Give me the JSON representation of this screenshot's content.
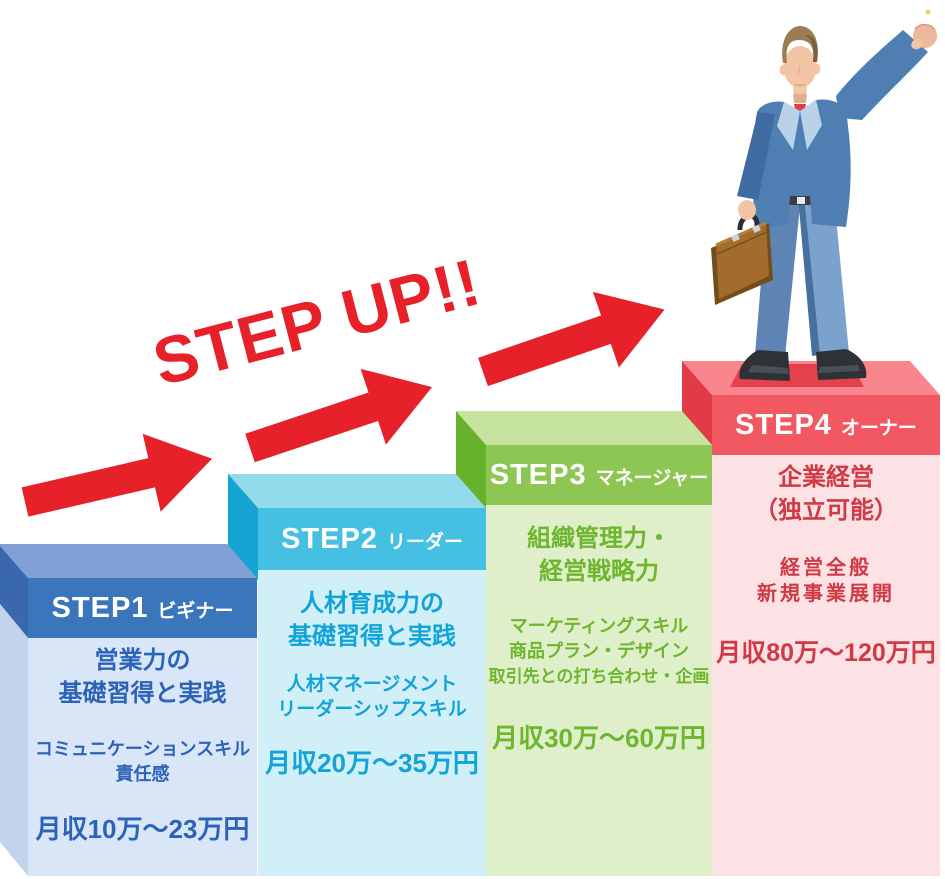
{
  "step_up_label": "STEP UP!!",
  "accent_red": "#e7212a",
  "icons": {
    "arrow": "up-right-arrow-icon",
    "figure": "businessman-raising-fist-illustration"
  },
  "steps": [
    {
      "label": "STEP1",
      "role": "ビギナー",
      "title_lines": [
        "営業力の",
        "基礎習得と実践"
      ],
      "skill_lines": [
        "コミュニケーションスキル",
        "責任感"
      ],
      "income": "月収10万〜23万円",
      "colors": {
        "header": "#3b76bd",
        "top": "#7fa1d6",
        "side": "#3a68ac",
        "side_light": "#c3d3ec",
        "body": "#d9e6f7",
        "text": "#2c63b7"
      }
    },
    {
      "label": "STEP2",
      "role": "リーダー",
      "title_lines": [
        "人材育成力の",
        "基礎習得と実践"
      ],
      "skill_lines": [
        "人材マネージメント",
        "リーダーシップスキル"
      ],
      "income": "月収20万〜35万円",
      "colors": {
        "header": "#45c0e2",
        "top": "#93daeb",
        "side": "#14a3d3",
        "body": "#d0eff7",
        "text": "#12a3d8"
      }
    },
    {
      "label": "STEP3",
      "role": "マネージャー",
      "title_lines": [
        "組織管理力・",
        "経営戦略力"
      ],
      "skill_lines": [
        "マーケティングスキル",
        "商品プラン・デザイン",
        "取引先との打ち合わせ・企画"
      ],
      "income": "月収30万〜60万円",
      "colors": {
        "header": "#8ec654",
        "top": "#c6e3a0",
        "side": "#67b22b",
        "body": "#dfefc9",
        "text": "#6fb62f"
      }
    },
    {
      "label": "STEP4",
      "role": "オーナー",
      "title_lines": [
        "企業経営",
        "（独立可能）"
      ],
      "skill_lines": [
        "経営全般",
        "新規事業展開"
      ],
      "income": "月収80万〜120万円",
      "colors": {
        "header": "#f25862",
        "top": "#f9868d",
        "side": "#e23a46",
        "body": "#fce2e4",
        "text": "#d03a44"
      }
    }
  ]
}
